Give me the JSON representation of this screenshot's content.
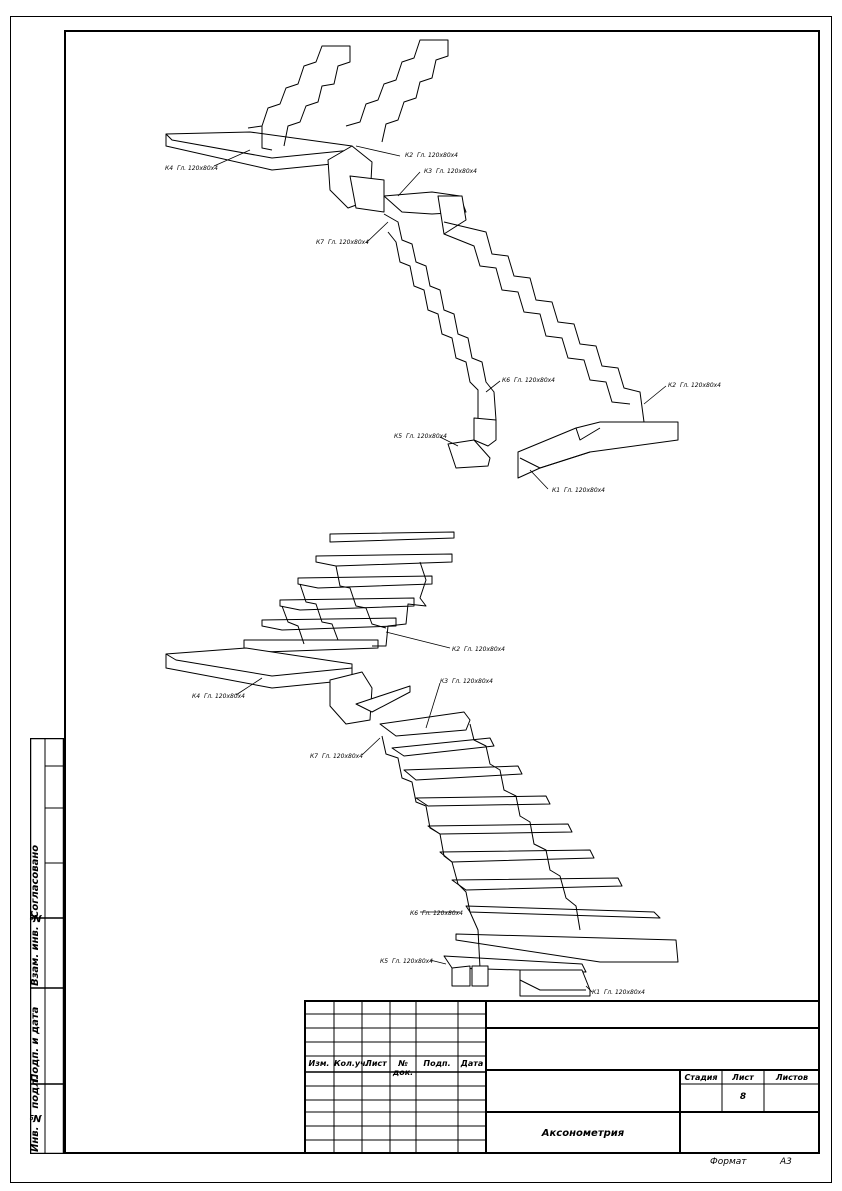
{
  "left_strip": {
    "agreed": "Согласовано",
    "inv_no_swap": "Взам. инв. №",
    "sign_date": "Подп. и дата",
    "inv_no_orig": "Инв. № подл."
  },
  "title_block": {
    "headers": [
      "Изм.",
      "Кол.уч.",
      "Лист",
      "№ док.",
      "Подп.",
      "Дата"
    ],
    "stage_label": "Стадия",
    "sheet_label": "Лист",
    "sheets_label": "Листов",
    "sheet_number": "8",
    "drawing_title": "Аксонометрия"
  },
  "footer": {
    "format_label": "Формат",
    "format_value": "А3"
  },
  "callouts_top": [
    {
      "id": "К4",
      "label": "Гл. 120х80х4"
    },
    {
      "id": "К2",
      "label": "Гл. 120х80х4"
    },
    {
      "id": "К3",
      "label": "Гл. 120х80х4"
    },
    {
      "id": "К7",
      "label": "Гл. 120х80х4"
    },
    {
      "id": "К6",
      "label": "Гл. 120х80х4"
    },
    {
      "id": "К5",
      "label": "Гл. 120х80х4"
    },
    {
      "id": "К2",
      "label": "Гл. 120х80х4"
    },
    {
      "id": "К1",
      "label": "Гл. 120х80х4"
    }
  ],
  "callouts_bottom": [
    {
      "id": "К2",
      "label": "Гл. 120х80х4"
    },
    {
      "id": "К3",
      "label": "Гл. 120х80х4"
    },
    {
      "id": "К4",
      "label": "Гл. 120х80х4"
    },
    {
      "id": "К7",
      "label": "Гл. 120х80х4"
    },
    {
      "id": "К6",
      "label": "Гл. 120х80х4"
    },
    {
      "id": "К5",
      "label": "Гл. 120х80х4"
    },
    {
      "id": "К1",
      "label": "Гл. 120х80х4"
    }
  ]
}
